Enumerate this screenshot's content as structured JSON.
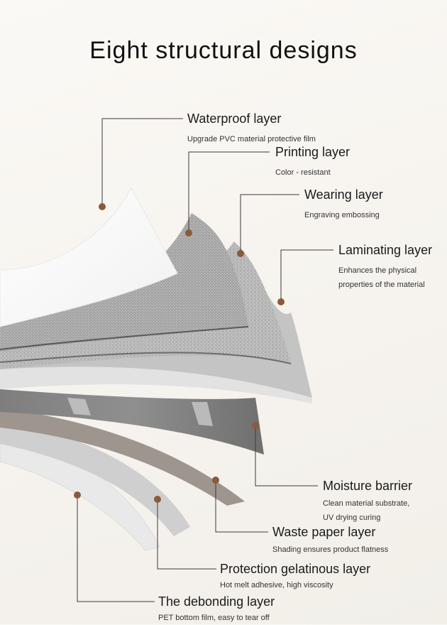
{
  "title": "Eight structural designs",
  "colors": {
    "leader_line": "#3a3a3a",
    "marker_dot": "#8a5a3b",
    "background": "#f7f4ef"
  },
  "layers": [
    {
      "name": "Waterproof layer",
      "desc": [
        "Upgrade PVC material protective film"
      ]
    },
    {
      "name": "Printing layer",
      "desc": [
        "Color - resistant"
      ]
    },
    {
      "name": "Wearing layer",
      "desc": [
        "Engraving embossing"
      ]
    },
    {
      "name": "Laminating layer",
      "desc": [
        "Enhances the physical",
        "properties of the material"
      ]
    },
    {
      "name": "Moisture barrier",
      "desc": [
        "Clean material substrate,",
        "UV drying curing"
      ]
    },
    {
      "name": "Waste paper layer",
      "desc": [
        "Shading ensures product flatness"
      ]
    },
    {
      "name": "Protection gelatinous layer",
      "desc": [
        "Hot melt adhesive, high viscosity"
      ]
    },
    {
      "name": "The debonding layer",
      "desc": [
        "PET bottom film, easy to tear off"
      ]
    }
  ]
}
